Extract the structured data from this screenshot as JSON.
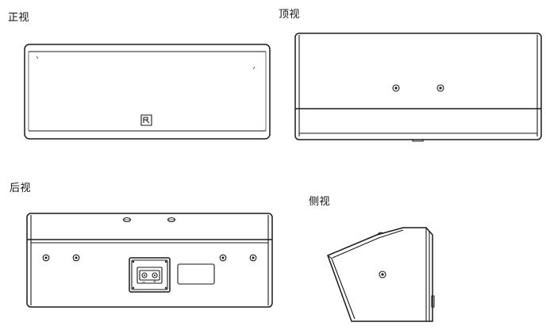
{
  "views": {
    "front": "正视",
    "top": "顶视",
    "rear": "后视",
    "side": "侧视"
  },
  "terminal": {
    "minus": "−",
    "plus": "+"
  }
}
